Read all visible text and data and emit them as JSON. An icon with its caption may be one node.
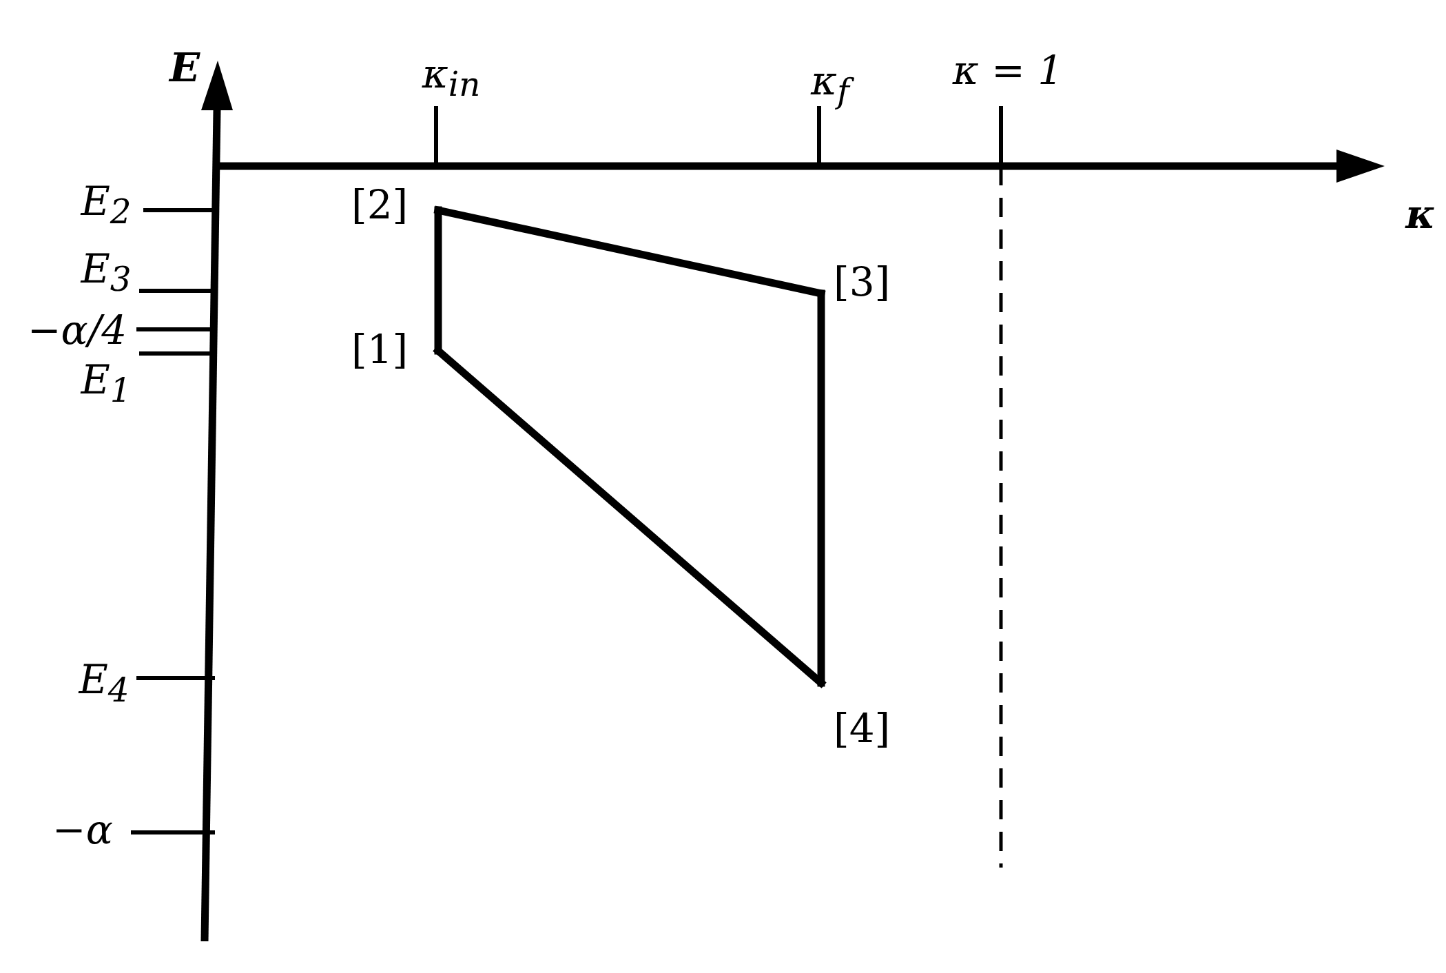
{
  "diagram": {
    "nodes": [
      {
        "text": [
          "[1]"
        ]
      },
      {
        "text": [
          "[2]"
        ]
      },
      {
        "text": [
          "[3]"
        ]
      },
      {
        "text": [
          "[4]"
        ]
      }
    ],
    "edges": [
      {
        "from": 0,
        "to": 1,
        "arrow": "none"
      },
      {
        "from": 1,
        "to": 2,
        "arrow": "none"
      },
      {
        "from": 2,
        "to": 3,
        "arrow": "none"
      },
      {
        "from": 3,
        "to": 0,
        "arrow": "none"
      }
    ],
    "labels": [
      "E",
      "κ$_{in}$",
      "κ$_{f}$",
      "κ = 1",
      "κ",
      "E$_{2}$",
      "E$_{3}$",
      "−α/4",
      "E$_{1}$",
      "E$_{4}$",
      "−α"
    ]
  }
}
